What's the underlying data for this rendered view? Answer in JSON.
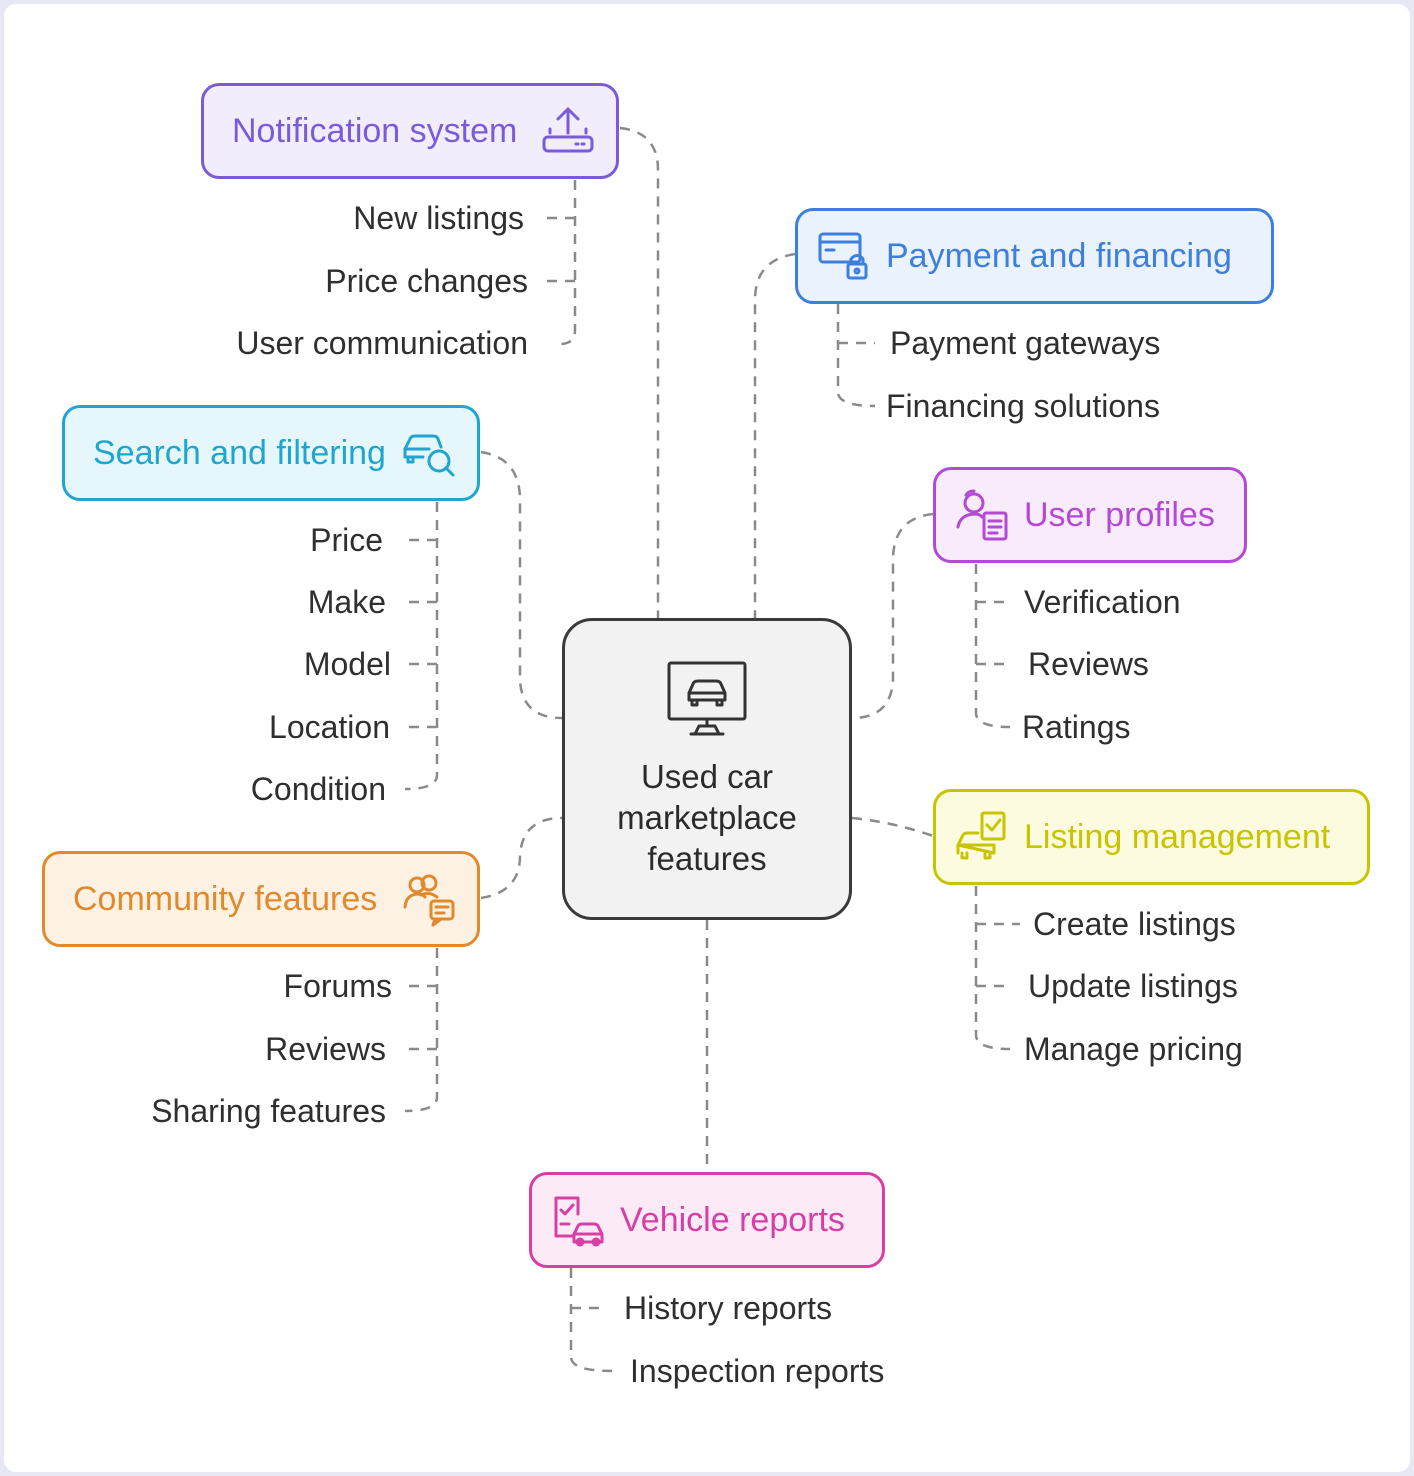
{
  "center": {
    "title": "Used car\nmarketplace\nfeatures",
    "icon": "monitor-car-icon"
  },
  "colors": {
    "connector": "#8a8a8a",
    "center_border": "#3a3a3a",
    "center_fill": "#f2f2f2"
  },
  "branches": {
    "notification": {
      "title": "Notification system",
      "icon": "upload-router-icon",
      "color": "#7a5bd8",
      "fill": "#f1edfc",
      "items": [
        "New listings",
        "Price changes",
        "User communication"
      ]
    },
    "payment": {
      "title": "Payment and financing",
      "icon": "credit-card-lock-icon",
      "color": "#3f7fdc",
      "fill": "#eaf2fd",
      "items": [
        "Payment gateways",
        "Financing solutions"
      ]
    },
    "search": {
      "title": "Search and filtering",
      "icon": "car-search-icon",
      "color": "#1fa6cf",
      "fill": "#e6f7fc",
      "items": [
        "Price",
        "Make",
        "Model",
        "Location",
        "Condition"
      ]
    },
    "profiles": {
      "title": "User profiles",
      "icon": "user-document-icon",
      "color": "#b449d6",
      "fill": "#f8ecfc",
      "items": [
        "Verification",
        "Reviews",
        "Ratings"
      ]
    },
    "listing": {
      "title": "Listing management",
      "icon": "car-checklist-icon",
      "color": "#c8c400",
      "fill": "#fcfbe0",
      "items": [
        "Create listings",
        "Update listings",
        "Manage pricing"
      ]
    },
    "community": {
      "title": "Community features",
      "icon": "users-chat-icon",
      "color": "#e08a2e",
      "fill": "#fdf1e4",
      "items": [
        "Forums",
        "Reviews",
        "Sharing features"
      ]
    },
    "reports": {
      "title": "Vehicle reports",
      "icon": "report-car-icon",
      "color": "#d63fa6",
      "fill": "#fcebf6",
      "items": [
        "History reports",
        "Inspection reports"
      ]
    }
  }
}
